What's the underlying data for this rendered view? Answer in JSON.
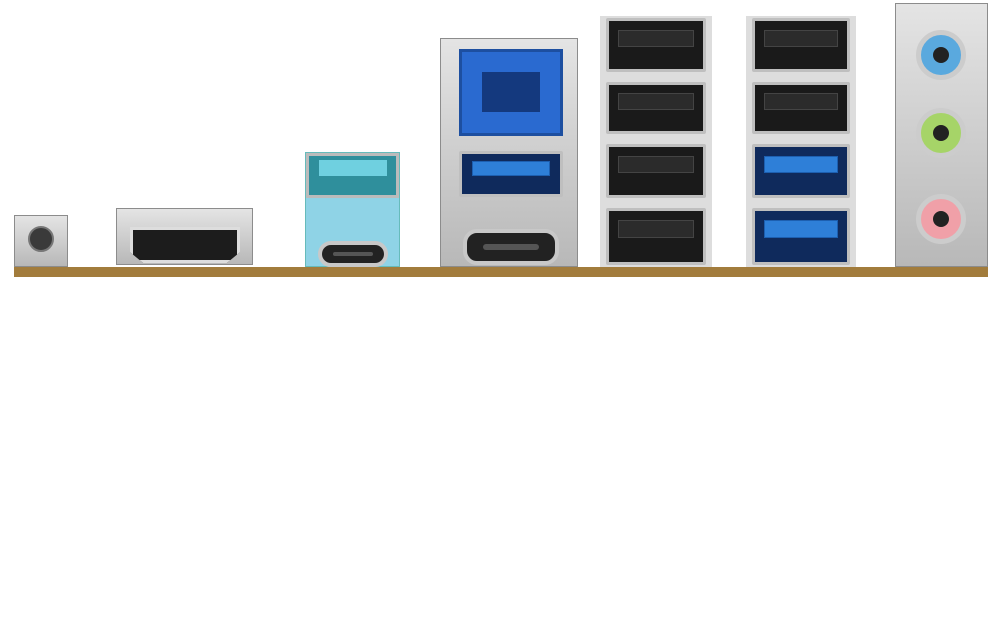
{
  "colors": {
    "pcb": "#a27c3c",
    "usb3_blue": "#2e7fd8",
    "teal": "#3aaec0",
    "light_blue": "#8fd3e6",
    "rj45_blue": "#2a6ad0",
    "audio_blue": "#5aa9de",
    "audio_green": "#a6d468",
    "audio_pink": "#f0a0a8"
  },
  "ports": [
    "bios-button",
    "hdmi",
    "usb-a-teal",
    "usb-c",
    "rj45",
    "usb3-a",
    "usb-c",
    "usb-a-x4",
    "usb-a-x2",
    "usb3-a-x2",
    "audio-line-in",
    "audio-line-out",
    "audio-mic"
  ]
}
